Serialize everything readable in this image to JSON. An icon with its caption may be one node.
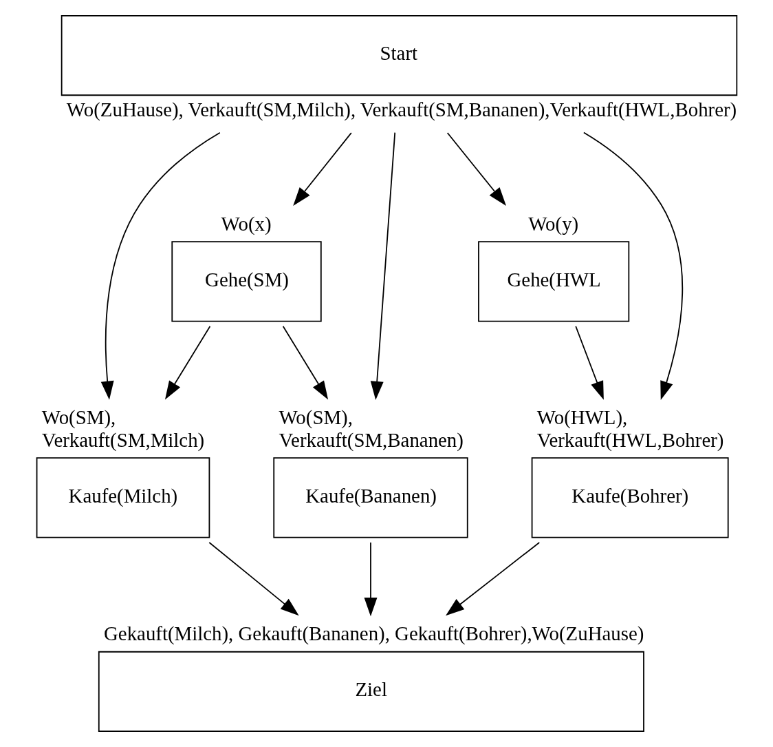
{
  "diagram": {
    "nodes": [
      {
        "text": [
          "Start",
          "Wo(ZuHause), Verkauft(SM,Milch), Verkauft(SM,Bananen),Verkauft(HWL,Bohrer)"
        ]
      },
      {
        "text": [
          "Wo(x)",
          "Gehe(SM)"
        ]
      },
      {
        "text": [
          "Wo(y)",
          "Gehe(HWL"
        ]
      },
      {
        "text": [
          "Wo(SM), Verkauft(SM,Milch)",
          "Kaufe(Milch)"
        ]
      },
      {
        "text": [
          "Wo(SM), Verkauft(SM,Bananen)",
          "Kaufe(Bananen)"
        ]
      },
      {
        "text": [
          "Wo(HWL), Verkauft(HWL,Bohrer)",
          "Kaufe(Bohrer)"
        ]
      },
      {
        "text": [
          "Gekauft(Milch), Gekauft(Bananen), Gekauft(Bohrer),Wo(ZuHause)",
          "Ziel"
        ]
      }
    ],
    "edges": [
      {
        "from": 0,
        "to": 1,
        "arrow": "to"
      },
      {
        "from": 0,
        "to": 3,
        "arrow": "to"
      },
      {
        "from": 0,
        "to": 4,
        "arrow": "to"
      },
      {
        "from": 0,
        "to": 5,
        "arrow": "to"
      },
      {
        "from": 0,
        "to": 2,
        "arrow": "to"
      },
      {
        "from": 1,
        "to": 3,
        "arrow": "to"
      },
      {
        "from": 1,
        "to": 4,
        "arrow": "to"
      },
      {
        "from": 2,
        "to": 5,
        "arrow": "to"
      },
      {
        "from": 3,
        "to": 6,
        "arrow": "to"
      },
      {
        "from": 4,
        "to": 6,
        "arrow": "to"
      },
      {
        "from": 5,
        "to": 6,
        "arrow": "to"
      }
    ]
  }
}
